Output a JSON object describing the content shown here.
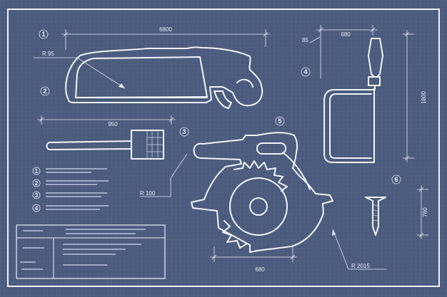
{
  "markers": [
    "1",
    "2",
    "3",
    "4",
    "5",
    "6"
  ],
  "legend": [
    "1",
    "2",
    "3",
    "4"
  ],
  "dimensions": {
    "hacksaw_width": "6800",
    "hacksaw_radius": "R 95",
    "hammer_width": "950",
    "coping_width": "680",
    "coping_offset": "85",
    "coping_height": "1800",
    "circular_radius_small": "R 100",
    "circular_width": "680",
    "circular_radius_large": "R 2015",
    "screw_height": "780"
  },
  "colors": {
    "background": "#4a5b7d",
    "grid": "#5a6b8c",
    "line": "#f2f5fb"
  }
}
